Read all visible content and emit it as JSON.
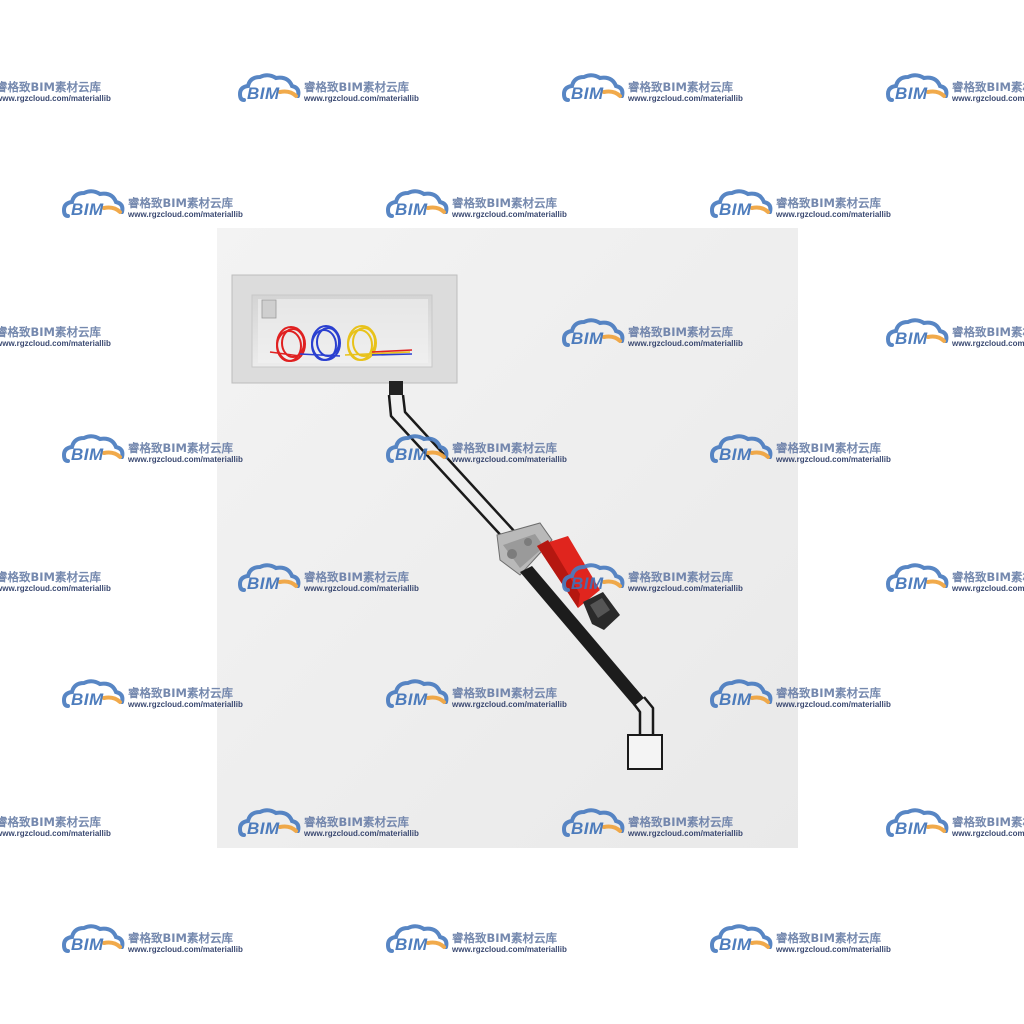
{
  "watermark": {
    "logo_text": "BIM",
    "name": "睿格致BIM素材云库",
    "url": "www.rgzcloud.com/materiallib",
    "colors": {
      "cloud": "#4a7cc0",
      "accent": "#f0a33c",
      "text": "#6a7fa8",
      "url_text": "#2a3a66"
    }
  },
  "scene": {
    "colors": {
      "wall": "#efefef",
      "niche_frame": "#d9d9d9",
      "niche_inside": "#e8e8e8",
      "wire_red": "#e02020",
      "wire_blue": "#2a3fd0",
      "wire_yellow": "#e8c21a",
      "conduit": "#1a1a1a",
      "device_red": "#e0251e",
      "device_dark": "#222222"
    },
    "icons": [
      "wire-coil-icon",
      "junction-box-icon",
      "clamp-device-icon"
    ]
  }
}
